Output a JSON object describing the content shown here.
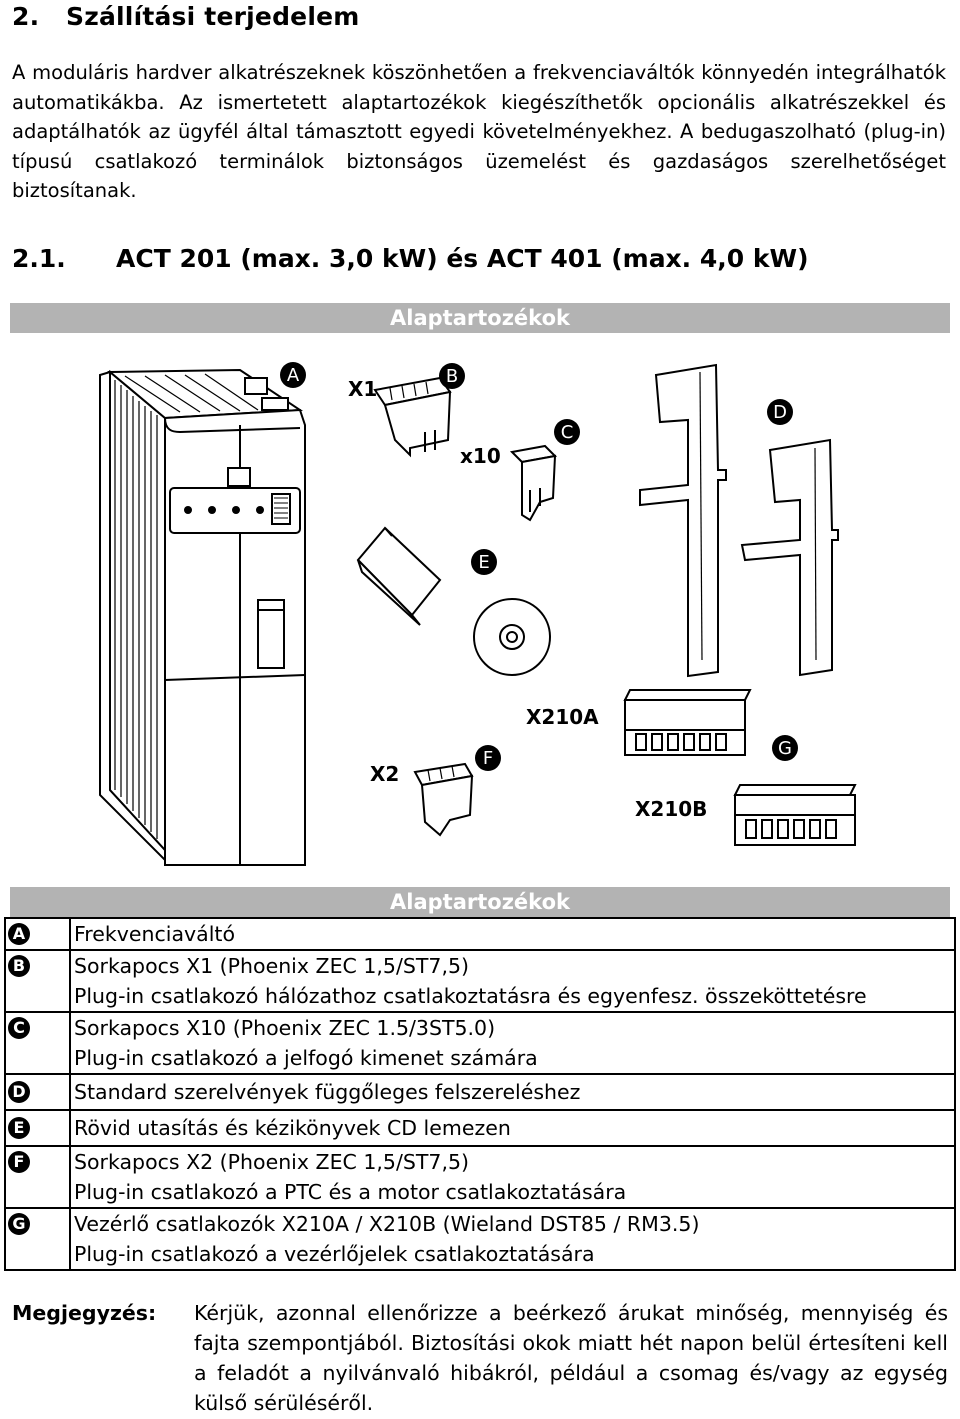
{
  "section": {
    "number": "2.",
    "title": "Szállítási terjedelem"
  },
  "intro": "A moduláris hardver alkatrészeknek köszönhetően a frekvenciaváltók könnyedén integrálhatók automatikákba. Az ismertetett alaptartozékok kiegészíthetők opcionális alkatrészekkel és adaptálhatók az ügyfél által támasztott egyedi követelményekhez. A bedugaszolható (plug-in) típusú csatlakozó terminálok biztonságos üzemelést és gazdaságos szerelhetőséget biztosítanak.",
  "subsection": {
    "number": "2.1.",
    "title": "ACT 201 (max. 3,0 kW) és ACT 401 (max. 4,0 kW)"
  },
  "figure": {
    "header": "Alaptartozékok",
    "letters": {
      "A": "A",
      "B": "B",
      "C": "C",
      "D": "D",
      "E": "E",
      "F": "F",
      "G": "G"
    },
    "labels": {
      "x1": "X1",
      "x10": "x10",
      "x2": "X2",
      "x210a": "X210A",
      "x210b": "X210B"
    }
  },
  "table": {
    "header": "Alaptartozékok",
    "rows": [
      {
        "letter": "A",
        "lines": [
          "Frekvenciaváltó"
        ]
      },
      {
        "letter": "B",
        "lines": [
          "Sorkapocs X1 (Phoenix ZEC 1,5/ST7,5)",
          "Plug-in csatlakozó hálózathoz csatlakoztatásra és egyenfesz. összeköttetésre"
        ]
      },
      {
        "letter": "C",
        "lines": [
          "Sorkapocs X10 (Phoenix ZEC 1.5/3ST5.0)",
          "Plug-in csatlakozó a jelfogó kimenet számára"
        ]
      },
      {
        "letter": "D",
        "lines": [
          "Standard szerelvények függőleges felszereléshez"
        ]
      },
      {
        "letter": "E",
        "lines": [
          "Rövid utasítás és kézikönyvek CD lemezen"
        ]
      },
      {
        "letter": "F",
        "lines": [
          "Sorkapocs X2 (Phoenix ZEC 1,5/ST7,5)",
          "Plug-in csatlakozó a PTC és a motor csatlakoztatására"
        ]
      },
      {
        "letter": "G",
        "lines": [
          "Vezérlő csatlakozók X210A / X210B (Wieland DST85 / RM3.5)",
          "Plug-in csatlakozó a vezérlőjelek csatlakoztatására"
        ]
      }
    ]
  },
  "note": {
    "label": "Megjegyzés:",
    "text": "Kérjük, azonnal ellenőrizze a beérkező árukat minőség, mennyiség és fajta szempontjából. Biztosítási okok miatt hét napon belül értesíteni kell a feladót a nyilvánvaló hibákról, például a csomag és/vagy az egység külső sérüléséről."
  }
}
